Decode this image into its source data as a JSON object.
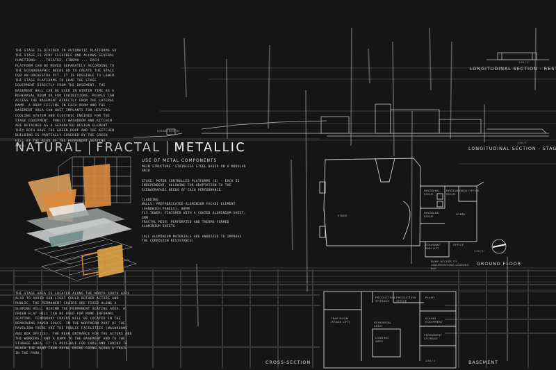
{
  "board": {
    "title_parts": [
      "NATURAL",
      "FRACTAL",
      "METALLIC"
    ],
    "subtitle": "USE OF METAL COMPONENTS"
  },
  "intro_text": "THE STAGE IS DIVIDED IN AUTOMATIC PLATFORMS SO THE STAGE IS VERY FLEXIBLE AND ALLOWS SEVERAL FUNCTIONS: ...THEATRE, CINEMA ... EACH PLATFORM CAN BE MOVED SEPARATELY ACCORDING TO THE SCENOGRAPHIC NEEDS OR TO CREATE THE SPACE FOR AN ORCHESTRA PIT. IT IS POSSIBLE TO LOWER THE STAGE PLATFORMS TO LOAD THE STAGE EQUIPMENT DIRECTLY FROM THE BASEMENT. THE BASEMENT HALL CAN BE USED IN WINTER TIME AS A REHEARSAL ROOM OR FOR EXHIBITIONS. PEOPLE CAN ACCESS THE BASEMENT DIRECTLY FROM THE LATERAL RAMP. A DROP CEILING IN EACH ROOM AND THE BASEMENT AREA CAN HOST IMPLANTS FOR HEATING-COOLING SYSTEM AND ELECTRIC ENGINES FOR THE STAGE EQUIPMENT. PUBLIC WASHROOM AND KITCHEN ARE DETACHED AS A SEPARATED DESIGN ELEMENT. THEY BOTH HAVE THE GREEN ROOF AND THE KITCHEN BUILDING IS PARTIALLY COVERED BY THE GREEN HILL AT THE REAR OF THE PERMANENT SEATING AREA.",
  "site_text": "THE STAGE AREA IS LOCATED ALONG THE NORTH SOUTH AXIS ALSO TO AVOID SUN-LIGHT COULD BOTHER ACTORS AND PUBLIC. THE PERMANENT CHAIRS ARE FIXED ALONG A SLOPING HILL. BEHIND THE PERMANENT SEATING AREA, A GREEN FLAT HILL CAN BE USED FOR MORE INFORMAL SEATING. TEMPORARY CHAIRS WILL BE LOCATED IN THE REMAINING PAVED SPACE. IN THE NORTHERN PART OF THE PAVILION THERE ARE THE PUBLIC FACILITIES (WASHROOMS AND BOX OFFICE). THE REAR ENTRANCE FOR THE ACTORS AND THE WORKERS, AND A RAMP TO THE BASEMENT AND TO THE STORAGE AREA. IT IS POSSIBLE FOR CARS AND TRUCKS TO REACH THE RAMP FROM PAYNE DRIVE GOING ALONG A TRAIL IN THE PARK.",
  "specs": {
    "main_structure": "MAIN STRUCTURE: STAINLESS STEEL BASED ON A MODULAR GRID",
    "stage": "STAGE: MOTOR CONTROLLED PLATFORMS (6) - EACH IS INDEPENDENT, ALLOWING FOR ADAPTATION TO THE SCENOGRAPHIC NEEDS OF EACH PERFORMANCE.",
    "cladding_head": "CLADDING",
    "walls": "WALLS: PREFABRICATED ALUMINIUM FACADE ELEMENT (SANDWICH PANELS), 80MM",
    "fly_tower": "FLY TOWER: FINISHED WITH A COATED ALUMINIUM SHEET, 3MM",
    "fractal_mesh": "FRACTAL MESH: PERFORATED AND THERMO-FORMED ALUMINIUM SHEETS",
    "note": "(ALL ALUMINIUM MATERIALS ARE ANODIZED TO IMPROVE THE CORROSION RESISTANCE)"
  },
  "labels": {
    "sound_booth": "SOUND BOOTH",
    "long_restrooms": "LONGITUDINAL SECTION - RESTROOMS",
    "long_stage": "LONGITUDINAL SECTION - STAGE",
    "ground_floor": "GROUND FLOOR",
    "cross_section": "CROSS-SECTION",
    "basement": "BASEMENT",
    "stage": "STAGE",
    "lobby": "LOBBY",
    "dressing_room_1": "DRESSING ROOM",
    "dressing_room_2": "DRESSING ROOM",
    "dressing_room_3": "DRESSING ROOM",
    "box_office": "BOX OFFICE",
    "office": "OFFICE",
    "stairway": "STAIRWAY AND LIFT",
    "ramp_access": "RAMP ACCESS TO UNDERGROUND LOADING BAY",
    "trap_room": "TRAP ROOM (STAGE LIFT)",
    "rehearsal": "REHEARSAL AREA",
    "production_storage": "PRODUCTION STORAGE",
    "production_office": "PRODUCTION OFFICE",
    "plant": "PLANT",
    "sound_equipment": "SOUND EQUIPMENT",
    "permanent_storage": "PERMANENT STORAGE",
    "loading_area": "LOADING AREA",
    "scale_1": "1:50 / 1'",
    "scale_2": "1:50 / 1'",
    "scale_3": "1:50 / 1'",
    "scale_4": "1:50 / 1'"
  },
  "colors": {
    "background": "#151515",
    "line": "#9a9a9a",
    "orange": "#d98a3e",
    "orange_light": "#e6a760"
  }
}
